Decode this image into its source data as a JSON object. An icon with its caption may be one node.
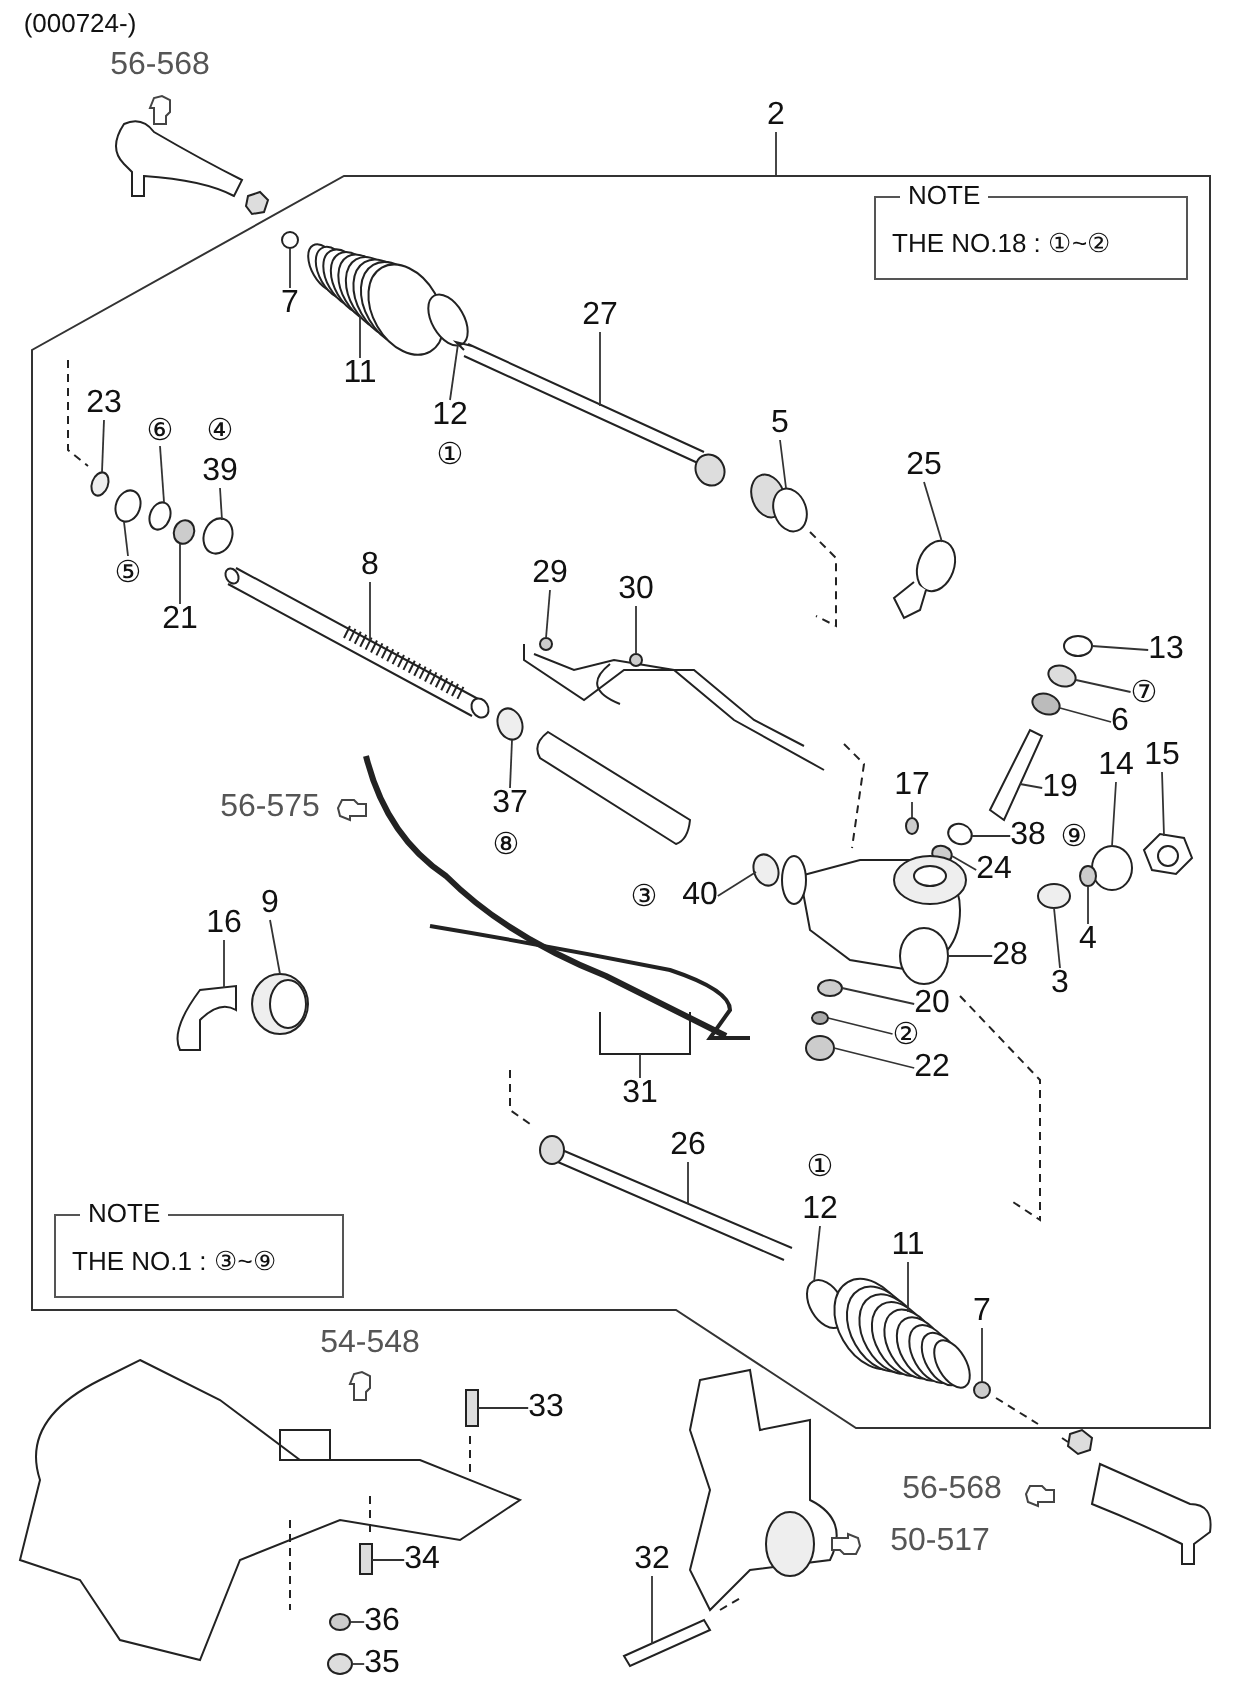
{
  "diagram": {
    "nodes": [
      {
        "text": [
          "2"
        ]
      },
      {
        "text": [],
        "shape": "box"
      },
      {
        "text": [
          "NOTE",
          "THE NO.18 : ①~②"
        ],
        "in": 1
      },
      {
        "text": [
          "7"
        ],
        "in": 1
      },
      {
        "text": [
          "11"
        ],
        "in": 1
      },
      {
        "text": [
          "12"
        ],
        "beside": [
          "①"
        ],
        "in": 1
      },
      {
        "text": [
          "27"
        ],
        "in": 1
      },
      {
        "text": [
          "5"
        ],
        "in": 1
      },
      {
        "text": [
          "25"
        ],
        "in": 1
      },
      {
        "text": [
          "23"
        ],
        "in": 1
      },
      {
        "text": [
          "⑥"
        ],
        "in": 1
      },
      {
        "text": [
          "39"
        ],
        "beside": [
          "④"
        ],
        "in": 1
      },
      {
        "text": [
          "⑤"
        ],
        "in": 1
      },
      {
        "text": [
          "21"
        ],
        "in": 1
      },
      {
        "text": [
          "8"
        ],
        "in": 1
      },
      {
        "text": [
          "29"
        ],
        "in": 1
      },
      {
        "text": [
          "30"
        ],
        "in": 1
      },
      {
        "text": [
          "37"
        ],
        "beside": [
          "⑧"
        ],
        "in": 1
      },
      {
        "text": [
          "13"
        ],
        "in": 1
      },
      {
        "text": [
          "⑦"
        ],
        "in": 1
      },
      {
        "text": [
          "6"
        ],
        "in": 1
      },
      {
        "text": [
          "19"
        ],
        "in": 1
      },
      {
        "text": [
          "14"
        ],
        "in": 1
      },
      {
        "text": [
          "15"
        ],
        "in": 1
      },
      {
        "text": [
          "17"
        ],
        "in": 1
      },
      {
        "text": [
          "38"
        ],
        "beside": [
          "⑨"
        ],
        "in": 1
      },
      {
        "text": [
          "24"
        ],
        "in": 1
      },
      {
        "text": [
          "40"
        ],
        "beside": [
          "③"
        ],
        "in": 1
      },
      {
        "text": [
          "4"
        ],
        "in": 1
      },
      {
        "text": [
          "28"
        ],
        "in": 1
      },
      {
        "text": [
          "3"
        ],
        "in": 1
      },
      {
        "text": [
          "20"
        ],
        "in": 1
      },
      {
        "text": [
          "②"
        ],
        "in": 1
      },
      {
        "text": [
          "22"
        ],
        "in": 1
      },
      {
        "text": [
          "31"
        ],
        "in": 1
      },
      {
        "text": [
          "16"
        ],
        "in": 1
      },
      {
        "text": [
          "9"
        ],
        "in": 1
      },
      {
        "text": [
          "26"
        ],
        "in": 1
      },
      {
        "text": [
          "12"
        ],
        "beside": [
          "①"
        ],
        "in": 1
      },
      {
        "text": [
          "11"
        ],
        "in": 1
      },
      {
        "text": [
          "7"
        ],
        "in": 1
      },
      {
        "text": [
          "NOTE",
          "THE NO.1 : ③~⑨"
        ],
        "in": 1
      },
      {
        "text": [
          "33"
        ]
      },
      {
        "text": [
          "34"
        ]
      },
      {
        "text": [
          "36"
        ]
      },
      {
        "text": [
          "35"
        ]
      },
      {
        "text": [
          "32"
        ]
      },
      {
        "text": [],
        "shape": "circle",
        "in": 1
      },
      {
        "text": [],
        "shape": "picture",
        "in": 1
      },
      {
        "text": [],
        "shape": "circle",
        "in": 1
      },
      {
        "text": [],
        "shape": "picture",
        "in": 1
      },
      {
        "text": [],
        "shape": "picture",
        "in": 1
      },
      {
        "text": [],
        "shape": "picture",
        "in": 1
      },
      {
        "text": [],
        "shape": "circle",
        "in": 1
      },
      {
        "text": [],
        "shape": "circle",
        "in": 1
      },
      {
        "text": [],
        "shape": "circle",
        "in": 1
      },
      {
        "text": [],
        "shape": "circle",
        "in": 1
      },
      {
        "text": [],
        "shape": "circle",
        "in": 1
      },
      {
        "text": [],
        "shape": "picture",
        "in": 1
      },
      {
        "text": [],
        "shape": "picture",
        "in": 1
      },
      {
        "text": [],
        "shape": "picture",
        "in": 1
      },
      {
        "text": [],
        "shape": "circle",
        "in": 1
      },
      {
        "text": [],
        "shape": "circle",
        "in": 1
      },
      {
        "text": [],
        "shape": "circle",
        "in": 1
      },
      {
        "text": [],
        "shape": "circle",
        "in": 1
      },
      {
        "text": [],
        "shape": "picture",
        "in": 1
      },
      {
        "text": [],
        "shape": "circle",
        "in": 1
      },
      {
        "text": [],
        "shape": "picture",
        "in": 1
      },
      {
        "text": [],
        "shape": "circle",
        "in": 1
      },
      {
        "text": [],
        "shape": "circle",
        "in": 1
      },
      {
        "text": [],
        "shape": "circle",
        "in": 1
      },
      {
        "text": [],
        "shape": "circle",
        "in": 1
      },
      {
        "text": [],
        "shape": "circle",
        "in": 1
      },
      {
        "text": [],
        "shape": "picture",
        "in": 1
      },
      {
        "text": [],
        "shape": "circle",
        "in": 1
      },
      {
        "text": [],
        "shape": "circle",
        "in": 1
      },
      {
        "text": [],
        "shape": "circle",
        "in": 1
      },
      {
        "text": [],
        "shape": "circle",
        "in": 1
      },
      {
        "text": [],
        "shape": "picture",
        "in": 1
      },
      {
        "text": [],
        "shape": "picture",
        "in": 1
      },
      {
        "text": [],
        "shape": "picture",
        "in": 1
      },
      {
        "text": [],
        "shape": "picture",
        "in": 1
      },
      {
        "text": [],
        "shape": "circle",
        "in": 1
      },
      {
        "text": [],
        "shape": "picture",
        "in": 1
      },
      {
        "text": [],
        "shape": "circle",
        "in": 1
      },
      {
        "text": [],
        "shape": "picture"
      },
      {
        "text": [],
        "shape": "picture"
      },
      {
        "text": [],
        "shape": "circle"
      },
      {
        "text": [],
        "shape": "circle"
      },
      {
        "text": [],
        "shape": "picture"
      },
      {
        "text": [],
        "shape": "picture",
        "in": 1
      }
    ],
    "edges": [
      {
        "from": 0,
        "to": 1,
        "arrow": "none"
      },
      {
        "from": 3,
        "to": 47,
        "arrow": "none"
      },
      {
        "from": 4,
        "to": 48,
        "arrow": "none"
      },
      {
        "from": 5,
        "to": 49,
        "arrow": "none"
      },
      {
        "from": 6,
        "to": 50,
        "arrow": "none"
      },
      {
        "from": 7,
        "to": 51,
        "arrow": "none"
      },
      {
        "from": 8,
        "to": 52,
        "arrow": "none"
      },
      {
        "from": 9,
        "to": 53,
        "arrow": "none"
      },
      {
        "from": 10,
        "to": 54,
        "arrow": "none"
      },
      {
        "from": 11,
        "to": 55,
        "arrow": "none"
      },
      {
        "from": 12,
        "to": 56,
        "arrow": "none"
      },
      {
        "from": 13,
        "to": 57,
        "arrow": "none"
      },
      {
        "from": 14,
        "to": 58,
        "arrow": "none"
      },
      {
        "from": 15,
        "to": 59,
        "arrow": "none"
      },
      {
        "from": 16,
        "to": 60,
        "arrow": "none"
      },
      {
        "from": 17,
        "to": 61,
        "arrow": "none"
      },
      {
        "from": 18,
        "to": 62,
        "arrow": "none"
      },
      {
        "from": 19,
        "to": 63,
        "arrow": "none"
      },
      {
        "from": 20,
        "to": 64,
        "arrow": "none"
      },
      {
        "from": 21,
        "to": 65,
        "arrow": "none"
      },
      {
        "from": 22,
        "to": 66,
        "arrow": "none"
      },
      {
        "from": 23,
        "to": 67,
        "arrow": "none"
      },
      {
        "from": 24,
        "to": 68,
        "arrow": "none"
      },
      {
        "from": 25,
        "to": 69,
        "arrow": "none"
      },
      {
        "from": 26,
        "to": 70,
        "arrow": "none"
      },
      {
        "from": 27,
        "to": 71,
        "arrow": "none"
      },
      {
        "from": 28,
        "to": 72,
        "arrow": "none"
      },
      {
        "from": 29,
        "to": 73,
        "arrow": "none"
      },
      {
        "from": 30,
        "to": 74,
        "arrow": "none"
      },
      {
        "from": 31,
        "to": 75,
        "arrow": "none"
      },
      {
        "from": 32,
        "to": 76,
        "arrow": "none"
      },
      {
        "from": 33,
        "to": 77,
        "arrow": "none"
      },
      {
        "from": 34,
        "to": 78,
        "arrow": "none"
      },
      {
        "from": 35,
        "to": 79,
        "arrow": "none"
      },
      {
        "from": 36,
        "to": 80,
        "arrow": "none"
      },
      {
        "from": 37,
        "to": 81,
        "arrow": "none"
      },
      {
        "from": 38,
        "to": 82,
        "arrow": "none"
      },
      {
        "from": 39,
        "to": 83,
        "arrow": "none"
      },
      {
        "from": 40,
        "to": 84,
        "arrow": "none"
      },
      {
        "from": 42,
        "to": 85,
        "arrow": "none"
      },
      {
        "from": 43,
        "to": 86,
        "arrow": "none"
      },
      {
        "from": 44,
        "to": 87,
        "arrow": "none"
      },
      {
        "from": 45,
        "to": 88,
        "arrow": "none"
      },
      {
        "from": 46,
        "to": 89,
        "arrow": "none"
      }
    ],
    "labels": [
      "(000724-)",
      "56-568",
      "56-575",
      "54-548",
      "56-568",
      "50-517"
    ]
  }
}
